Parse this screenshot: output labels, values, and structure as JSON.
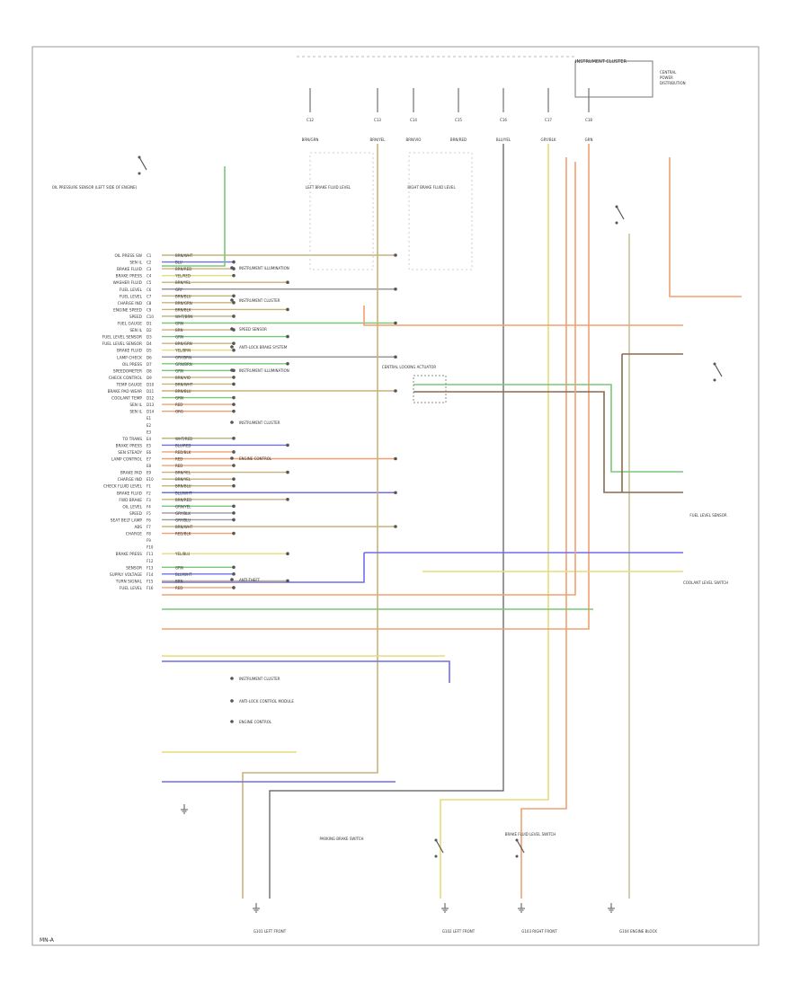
{
  "colors": {
    "frame": "#9a9a9a",
    "text": "#333333",
    "green": "#79c879",
    "blue": "#6f6fe8",
    "tan": "#c9b27a",
    "orange": "#f0a070",
    "yellow": "#e6dc7a",
    "olive": "#b5b07a",
    "gray": "#9a9a9a",
    "brown": "#8a6a50",
    "dark": "#555555"
  },
  "icons": [
    "ground-symbol",
    "switch-symbol",
    "connector-dot",
    "splice-dot"
  ],
  "top_right_label": "INSTRUMENT CLUSTER",
  "left_pins": [
    {
      "label": "OIL PRESS SW",
      "pin": "C1",
      "wire": "BRN/WHT"
    },
    {
      "label": "SEN IL",
      "pin": "C2",
      "wire": "BLU"
    },
    {
      "label": "BRAKE FLUID",
      "pin": "C3",
      "wire": "BRN/RED"
    },
    {
      "label": "BRAKE PRESS",
      "pin": "C4",
      "wire": "YEL/RED"
    },
    {
      "label": "WASHER FLUID",
      "pin": "C5",
      "wire": "BRN/YEL"
    },
    {
      "label": "FUEL LEVEL",
      "pin": "C6",
      "wire": "GRY"
    },
    {
      "label": "FUEL LEVEL",
      "pin": "C7",
      "wire": "BRN/BLU"
    },
    {
      "label": "CHARGE IND",
      "pin": "C8",
      "wire": "BRN/GRN"
    },
    {
      "label": "ENGINE SPEED",
      "pin": "C9",
      "wire": "BRN/BLK"
    },
    {
      "label": "SPEED",
      "pin": "C10",
      "wire": "WHT/BRN"
    },
    {
      "label": "FUEL GAUGE",
      "pin": "D1",
      "wire": "GRN"
    },
    {
      "label": "SEN IL",
      "pin": "D2",
      "wire": "BRN"
    },
    {
      "label": "FUEL LEVEL SENSOR",
      "pin": "D3",
      "wire": "GRN"
    },
    {
      "label": "FUEL LEVEL SENSOR",
      "pin": "D4",
      "wire": "BRN/GRN"
    },
    {
      "label": "BRAKE FLUID",
      "pin": "D5",
      "wire": "YEL/BRN"
    },
    {
      "label": "LAMP CHECK",
      "pin": "D6",
      "wire": "GRY/BRN"
    },
    {
      "label": "OIL PRESS",
      "pin": "D7",
      "wire": "GRN/BRN"
    },
    {
      "label": "SPEEDOMETER",
      "pin": "D8",
      "wire": "GRN"
    },
    {
      "label": "CHECK CONTROL",
      "pin": "D9",
      "wire": "BRN/VIO"
    },
    {
      "label": "TEMP GAUGE",
      "pin": "D10",
      "wire": "BRN/WHT"
    },
    {
      "label": "BRAKE PAD WEAR",
      "pin": "D11",
      "wire": "BRN/BLU"
    },
    {
      "label": "COOLANT TEMP",
      "pin": "D12",
      "wire": "GRN"
    },
    {
      "label": "SEN IL",
      "pin": "D13",
      "wire": "RED"
    },
    {
      "label": "SEN IL",
      "pin": "D14",
      "wire": "ORG"
    },
    {
      "label": "",
      "pin": "E1",
      "wire": ""
    },
    {
      "label": "",
      "pin": "E2",
      "wire": ""
    },
    {
      "label": "",
      "pin": "E3",
      "wire": ""
    },
    {
      "label": "TO TRANS",
      "pin": "E4",
      "wire": "WHT/RED"
    },
    {
      "label": "BRAKE PRESS",
      "pin": "E5",
      "wire": "BLU/RED"
    },
    {
      "label": "SEN STEADY",
      "pin": "E6",
      "wire": "RED/BLK"
    },
    {
      "label": "LAMP CONTROL",
      "pin": "E7",
      "wire": "RED"
    },
    {
      "label": "",
      "pin": "E8",
      "wire": "RED"
    },
    {
      "label": "BRAKE PAD",
      "pin": "E9",
      "wire": "BRN/YEL"
    },
    {
      "label": "CHARGE IND",
      "pin": "E10",
      "wire": "BRN/YEL"
    },
    {
      "label": "CHECK FLUID LEVEL",
      "pin": "F1",
      "wire": "BRN/BLU"
    },
    {
      "label": "BRAKE FLUID",
      "pin": "F2",
      "wire": "BLU/WHT"
    },
    {
      "label": "FWD BRAKE",
      "pin": "F3",
      "wire": "BRN/RED"
    },
    {
      "label": "OIL LEVEL",
      "pin": "F4",
      "wire": "GRN/YEL"
    },
    {
      "label": "SPEED",
      "pin": "F5",
      "wire": "GRY/BLK"
    },
    {
      "label": "SEAT BELT LAMP",
      "pin": "F6",
      "wire": "GRY/BLU"
    },
    {
      "label": "ABS",
      "pin": "F7",
      "wire": "BRN/WHT"
    },
    {
      "label": "CHARGE",
      "pin": "F8",
      "wire": "RED/BLK"
    },
    {
      "label": "",
      "pin": "F9",
      "wire": ""
    },
    {
      "label": "",
      "pin": "F10",
      "wire": ""
    },
    {
      "label": "BRAKE PRESS",
      "pin": "F11",
      "wire": "YEL/BLU"
    },
    {
      "label": "",
      "pin": "F12",
      "wire": ""
    },
    {
      "label": "SENSOR",
      "pin": "F13",
      "wire": "GRN"
    },
    {
      "label": "SUPPLY VOLTAGE",
      "pin": "F14",
      "wire": "BLU/WHT"
    },
    {
      "label": "TURN SIGNAL",
      "pin": "F15",
      "wire": "BRN"
    },
    {
      "label": "FUEL LEVEL",
      "pin": "F16",
      "wire": "RED"
    }
  ],
  "connector_side_labels": [
    "INSTRUMENT ILLUMINATION",
    "INSTRUMENT CLUSTER",
    "SPEED SENSOR",
    "ANTI-LOCK BRAKE SYSTEM",
    "INSTRUMENT ILLUMINATION",
    "INSTRUMENT CLUSTER",
    "ENGINE CONTROL",
    "ANTI-THEFT",
    "INSTRUMENT CLUSTER",
    "ANTI-LOCK CONTROL MODULE",
    "ENGINE CONTROL"
  ],
  "small_callouts": [
    "OIL PRESSURE SENSOR (LEFT SIDE OF ENGINE)",
    "LEFT BRAKE FLUID LEVEL",
    "RIGHT BRAKE FLUID LEVEL",
    "CENTRAL LOCKING ACTUATOR",
    "FUEL LEVEL SENSOR",
    "BRAKE FLUID LEVEL SWITCH",
    "PARKING BRAKE SWITCH",
    "COOLANT LEVEL SWITCH"
  ],
  "bottom_labels": [
    "G101 LEFT FRONT",
    "G102 LEFT FRONT",
    "G103 RIGHT FRONT",
    "G104 ENGINE BLOCK"
  ],
  "footer": "MN-A"
}
